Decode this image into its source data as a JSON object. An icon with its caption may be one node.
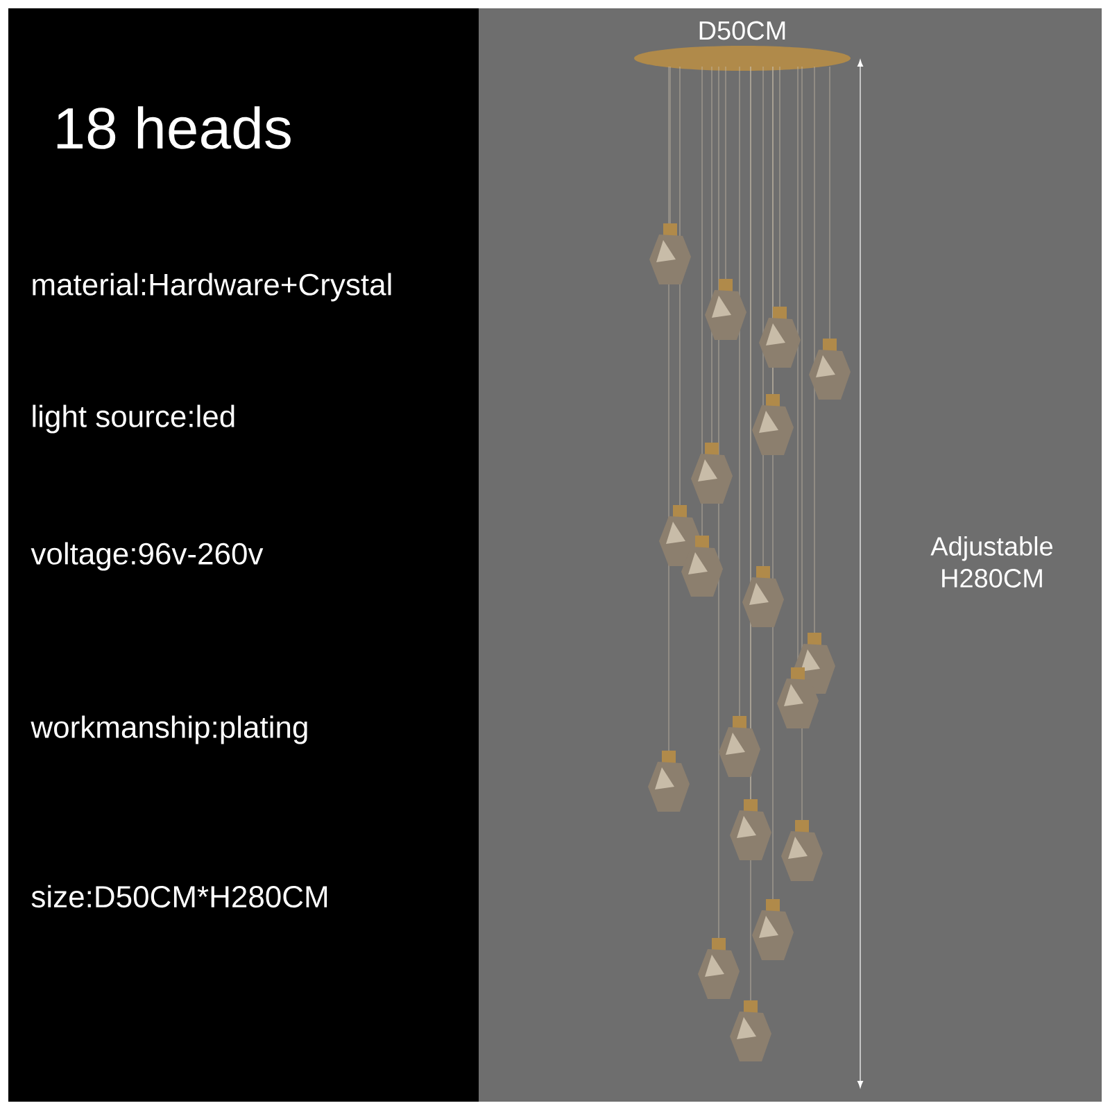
{
  "diagram": {
    "title": "18 heads",
    "labels": [
      "material:Hardware+Crystal",
      "light source:led",
      "voltage:96v-260v",
      "workmanship:plating",
      "size:D50CM*H280CM",
      "D50CM",
      "Adjustable H280CM"
    ]
  }
}
